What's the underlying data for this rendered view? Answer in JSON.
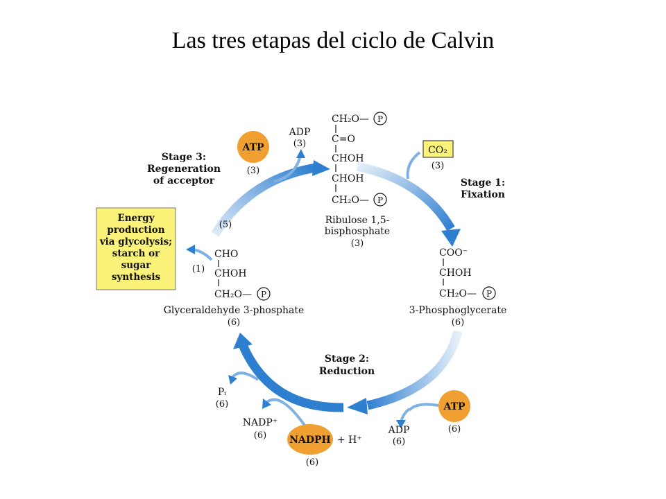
{
  "title": "Las tres etapas del ciclo de Calvin",
  "colors": {
    "arrow": "#2f7fd0",
    "arrow_light": "#cfe3f5",
    "cofactor": "#f0a030",
    "highlight_box": "#fbf27a"
  },
  "stages": {
    "stage1": [
      "Stage 1:",
      "Fixation"
    ],
    "stage2": [
      "Stage 2:",
      "Reduction"
    ],
    "stage3": [
      "Stage 3:",
      "Regeneration",
      "of acceptor"
    ]
  },
  "ribulose": {
    "structure": [
      "CH₂O—",
      "C=O",
      "CHOH",
      "CHOH",
      "CH₂O—"
    ],
    "name": [
      "Ribulose 1,5-",
      "bisphosphate"
    ],
    "count": "(3)"
  },
  "phosphoglycerate": {
    "structure": [
      "COO⁻",
      "CHOH",
      "CH₂O—"
    ],
    "name": "3-Phosphoglycerate",
    "count": "(6)"
  },
  "gap": {
    "structure": [
      "CHO",
      "CHOH",
      "CH₂O—"
    ],
    "name": "Glyceraldehyde 3-phosphate",
    "count": "(6)"
  },
  "phosphate_symbol": "P",
  "co2": {
    "label": "CO₂",
    "count": "(3)"
  },
  "atp_stage3": {
    "label": "ATP",
    "count": "(3)"
  },
  "adp_stage3": {
    "label": "ADP",
    "count": "(3)"
  },
  "atp_stage2": {
    "label": "ATP",
    "count": "(6)"
  },
  "adp_stage2": {
    "label": "ADP",
    "count": "(6)"
  },
  "nadph": {
    "label": "NADPH",
    "suffix": "+ H⁺",
    "count": "(6)"
  },
  "nadp": {
    "label": "NADP⁺",
    "count": "(6)"
  },
  "pi": {
    "label": "Pᵢ",
    "count": "(6)"
  },
  "branch_counts": {
    "to_energy": "(1)",
    "to_regeneration": "(5)"
  },
  "energy_box": [
    "Energy",
    "production",
    "via glycolysis;",
    "starch or",
    "sugar",
    "synthesis"
  ]
}
